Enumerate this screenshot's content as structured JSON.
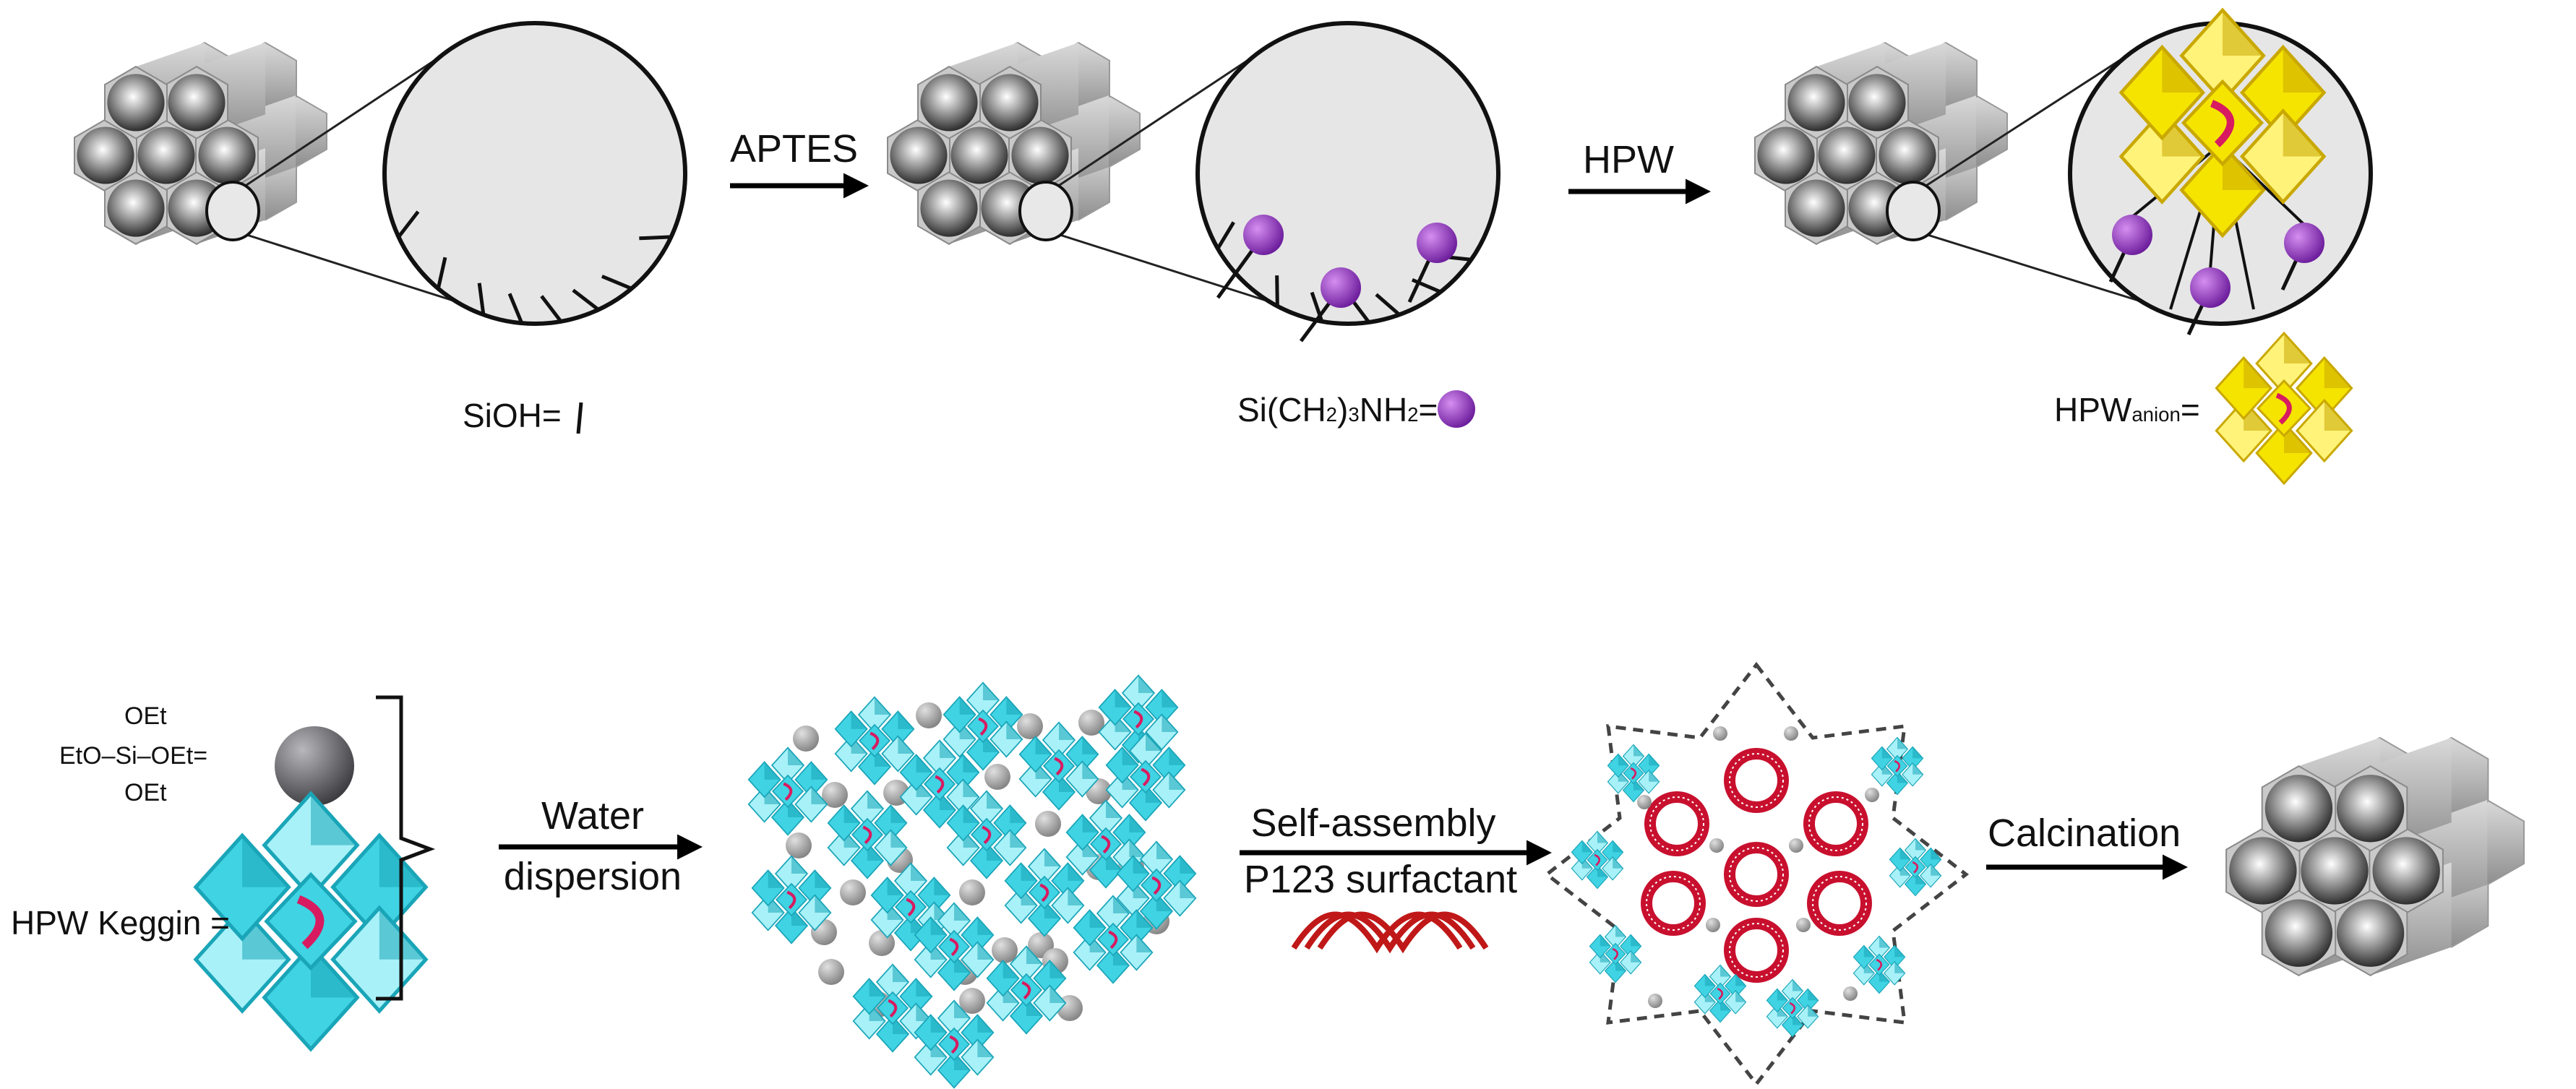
{
  "top_row": {
    "step1_label": "APTES",
    "step2_label": "HPW",
    "legend_silanol": "SiOH=",
    "legend_aminopropyl": {
      "main": "Si(CH",
      "sub1": "2",
      "mid": ")",
      "sub2": "3",
      "tail": "NH",
      "sub3": "2",
      "eq": "="
    },
    "legend_anion": {
      "main": "HPW",
      "sub": "anion",
      "eq": "="
    }
  },
  "bottom_row": {
    "teos_formula": {
      "top": "OEt",
      "left": "EtO",
      "si": "Si",
      "right": "OEt",
      "eq": "=",
      "bottom": "OEt"
    },
    "keggin_label": "HPW Keggin =",
    "step_water_1": "Water",
    "step_water_2": "dispersion",
    "step_self_1": "Self-assembly",
    "step_self_2": "P123 surfactant",
    "step_calc": "Calcination"
  },
  "colors": {
    "silica_gray": "#a8a8a8",
    "amine_purple": "#8e24aa",
    "hpw_yellow": "#f5e400",
    "keggin_cyan": "#3fd3e3",
    "micelle_red": "#c8102e",
    "teos_sphere": "#6e6e72",
    "arrow": "#000000"
  },
  "icons": [
    "hexagonal-mesoporous-silica-icon",
    "pore-zoom-circle-icon",
    "keggin-polyoxometalate-icon",
    "silica-precursor-sphere-icon",
    "p123-micelle-ring-icon",
    "p123-polymer-strand-icon"
  ]
}
